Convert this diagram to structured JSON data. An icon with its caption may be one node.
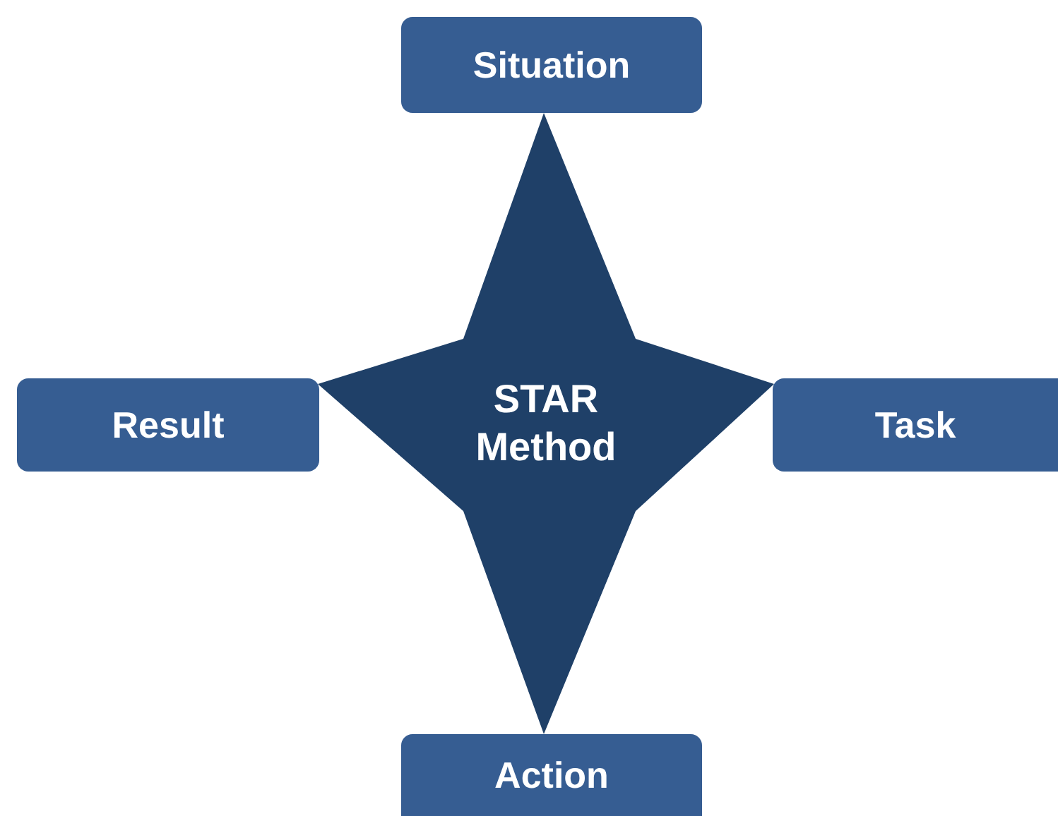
{
  "diagram": {
    "nodes": [
      {
        "text": [
          "Situation"
        ]
      },
      {
        "text": [
          "Result"
        ]
      },
      {
        "text": [
          "STAR Method"
        ]
      },
      {
        "text": [
          "Task"
        ]
      },
      {
        "text": [
          "Action"
        ]
      }
    ],
    "edges": []
  }
}
